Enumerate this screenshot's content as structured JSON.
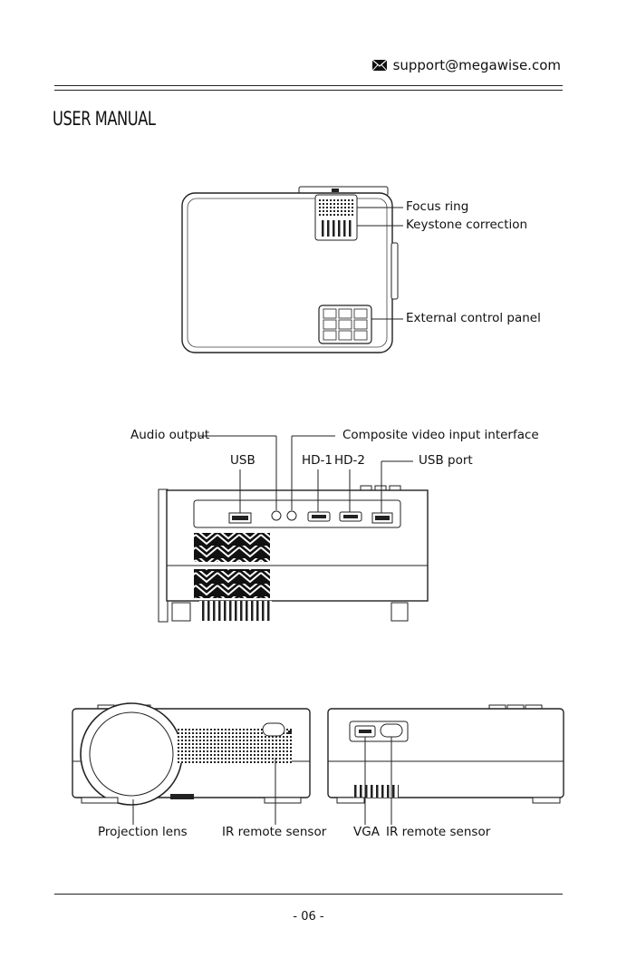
{
  "header": {
    "email": "support@megawise.com",
    "email_icon": "envelope-icon"
  },
  "title": "USER MANUAL",
  "top_view": {
    "labels": {
      "focus_ring": "Focus ring",
      "keystone": "Keystone correction",
      "control_panel": "External control panel"
    }
  },
  "side_view": {
    "labels": {
      "audio": "Audio output",
      "composite": "Composite video input interface",
      "usb": "USB",
      "hd1": "HD-1",
      "hd2": "HD-2",
      "usb_port": "USB port"
    }
  },
  "front_view": {
    "labels": {
      "lens": "Projection lens",
      "ir": "IR remote sensor"
    }
  },
  "back_view": {
    "labels": {
      "vga": "VGA",
      "ir": "IR remote sensor"
    }
  },
  "footer": {
    "page_number": "- 06 -"
  }
}
